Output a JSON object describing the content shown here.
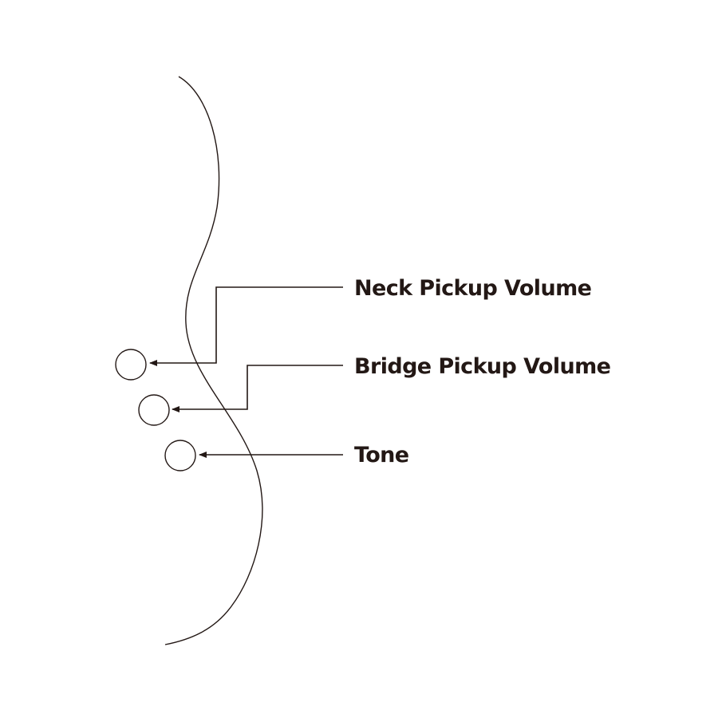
{
  "labels": {
    "neck_volume": "Neck Pickup Volume",
    "bridge_volume": "Bridge Pickup Volume",
    "tone": "Tone"
  },
  "colors": {
    "ink": "#231815",
    "background": "#ffffff"
  }
}
